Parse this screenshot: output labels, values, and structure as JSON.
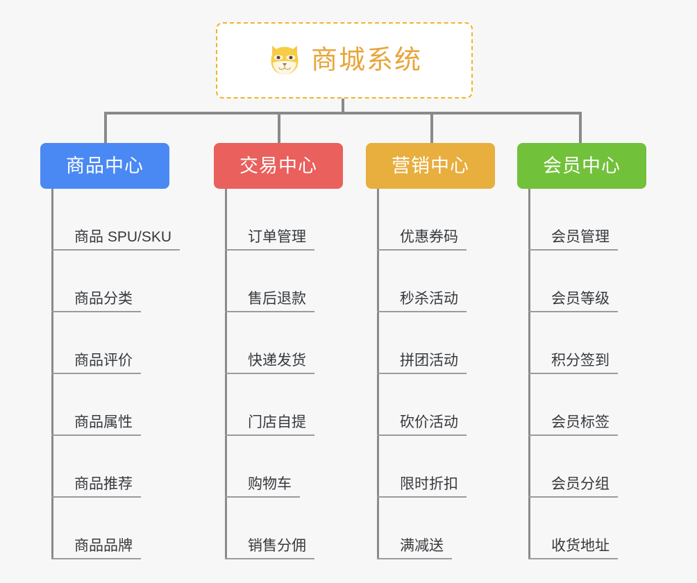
{
  "diagram": {
    "type": "mindmap",
    "background_color": "#f7f7f7",
    "root": {
      "label": "商城系统",
      "icon": "dog-face-icon",
      "border_color": "#f0b429",
      "text_color": "#e8a53a",
      "background_color": "#ffffff"
    },
    "connector_color": "#8a8a8a",
    "leaf_text_color": "#36393d",
    "leaf_rule_color": "#9b9b9b",
    "branches": [
      {
        "label": "商品中心",
        "color": "#4a89f3",
        "items": [
          "商品 SPU/SKU",
          "商品分类",
          "商品评价",
          "商品属性",
          "商品推荐",
          "商品品牌"
        ]
      },
      {
        "label": "交易中心",
        "color": "#e9605c",
        "items": [
          "订单管理",
          "售后退款",
          "快递发货",
          "门店自提",
          "购物车",
          "销售分佣"
        ]
      },
      {
        "label": "营销中心",
        "color": "#e8ae3e",
        "items": [
          "优惠券码",
          "秒杀活动",
          "拼团活动",
          "砍价活动",
          "限时折扣",
          "满减送"
        ]
      },
      {
        "label": "会员中心",
        "color": "#72c13b",
        "items": [
          "会员管理",
          "会员等级",
          "积分签到",
          "会员标签",
          "会员分组",
          "收货地址"
        ]
      }
    ]
  }
}
